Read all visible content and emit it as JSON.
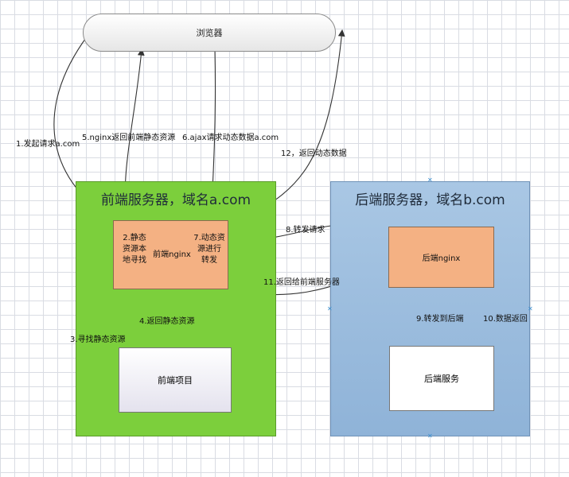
{
  "browser": {
    "label": "浏览器"
  },
  "front_server": {
    "title": "前端服务器，域名a.com"
  },
  "back_server": {
    "title": "后端服务器，域名b.com"
  },
  "front_nginx": {
    "label": "前端nginx",
    "left_note": [
      "2.静态",
      "资源本",
      "地寻找"
    ],
    "right_note": [
      "7.动态资",
      "源进行",
      "转发"
    ]
  },
  "back_nginx": {
    "label": "后端nginx"
  },
  "front_project": {
    "label": "前端项目"
  },
  "back_service": {
    "label": "后端服务"
  },
  "steps": {
    "s1": "1.发起请求a.com",
    "s3": "3.寻找静态资源",
    "s4": "4.返回静态资源",
    "s5": "5.nginx返回前端静态资源",
    "s6": "6.ajax请求动态数据a.com",
    "s8": "8.转发请求",
    "s9": "9.转发到后端",
    "s10": "10.数据返回",
    "s11": "11.返回给前端服务器",
    "s12": "12，返回动态数据"
  },
  "colors": {
    "front_server": "#7ccf3c",
    "back_server": "#9dbde0",
    "nginx": "#f4b183",
    "arrow": "#333333"
  }
}
